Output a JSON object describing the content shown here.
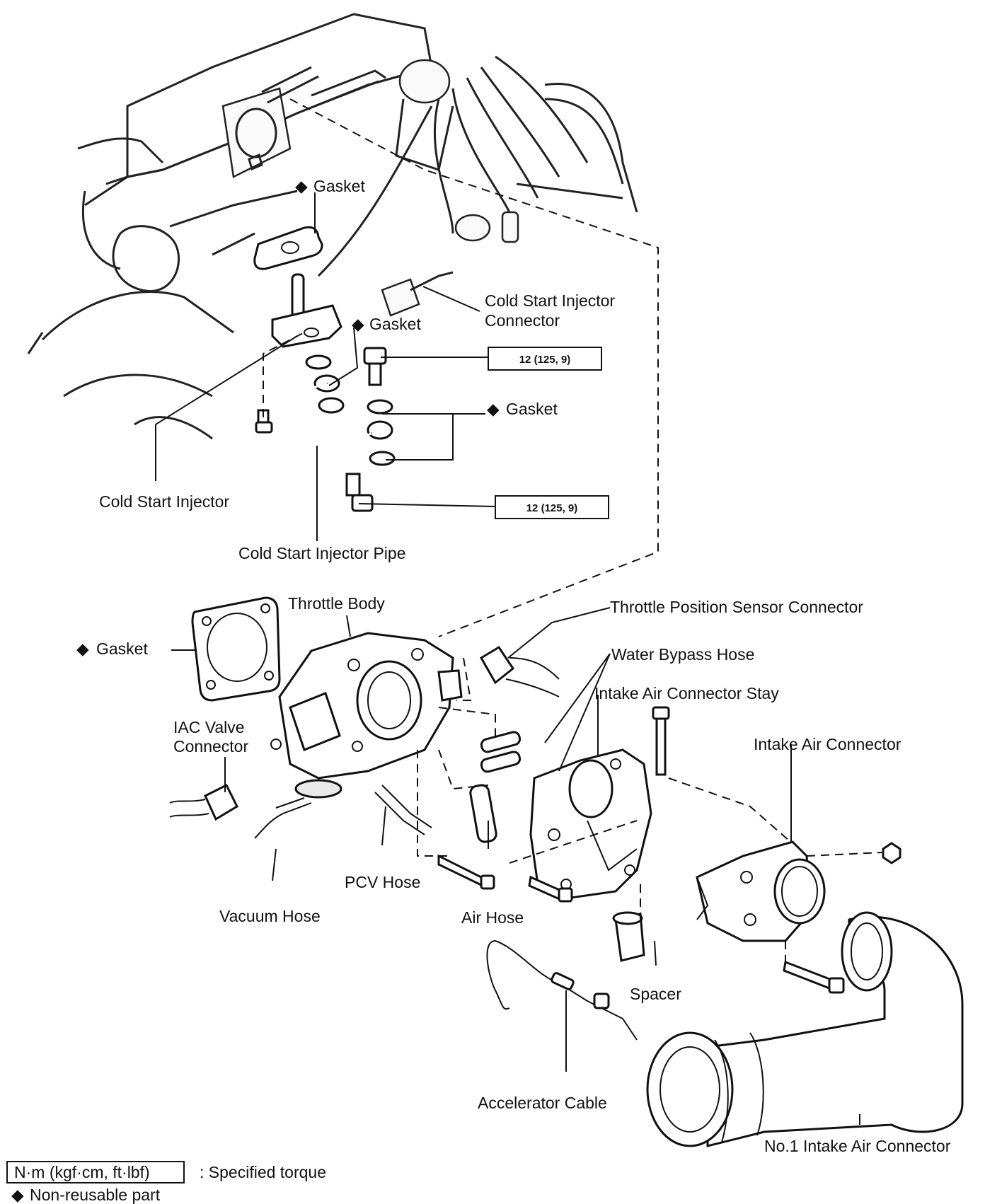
{
  "labels": {
    "gasket_top": "Gasket",
    "gasket_injector": "Gasket",
    "gasket_union": "Gasket",
    "gasket_throttle": "Gasket",
    "cold_start_injector_connector_line1": "Cold Start Injector",
    "cold_start_injector_connector_line2": "Connector",
    "cold_start_injector": "Cold Start Injector",
    "cold_start_injector_pipe": "Cold Start Injector Pipe",
    "throttle_body": "Throttle Body",
    "throttle_position_sensor_connector": "Throttle Position Sensor Connector",
    "water_bypass_hose": "Water Bypass Hose",
    "intake_air_connector_stay": "Intake Air Connector Stay",
    "intake_air_connector": "Intake Air Connector",
    "iac_valve_connector_line1": "IAC Valve",
    "iac_valve_connector_line2": "Connector",
    "pcv_hose": "PCV Hose",
    "air_hose": "Air Hose",
    "vacuum_hose": "Vacuum Hose",
    "spacer": "Spacer",
    "accelerator_cable": "Accelerator Cable",
    "no1_intake_air_connector": "No.1 Intake Air Connector"
  },
  "torque": {
    "upper": "12 (125, 9)",
    "lower": "12 (125, 9)"
  },
  "symbols": {
    "non_reusable": "◆"
  },
  "legend": {
    "torque_box": "N·m (kgf·cm, ft·lbf)",
    "torque_desc": ":  Specified torque",
    "non_reusable": "Non-reusable part"
  }
}
